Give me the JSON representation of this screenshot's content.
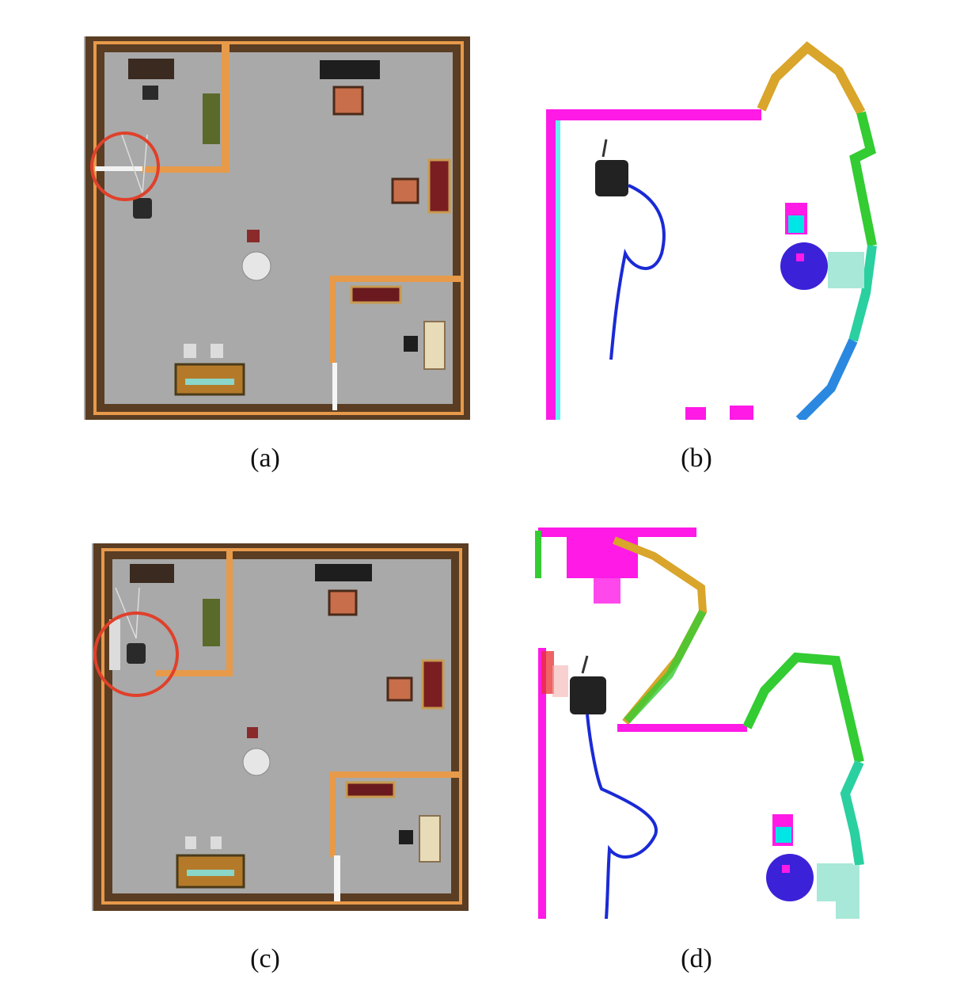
{
  "figure": {
    "captions": {
      "a": "(a)",
      "b": "(b)",
      "c": "(c)",
      "d": "(d)"
    }
  },
  "colors": {
    "floor": "#a9a9a9",
    "wall_outer": "#5a3d22",
    "wall_wood": "#e79a4a",
    "highlight_circle": "#e0402a",
    "trajectory": "#1a2ad6",
    "voxel_wall": "#ff1ae6",
    "voxel_near": "#00e5e5",
    "voxel_green": "#33cc33",
    "voxel_yellow": "#d9a52a",
    "voxel_blue": "#2a88e0",
    "voxel_dark_blue": "#3b22d9",
    "voxel_pale": "#a8e8d8"
  }
}
